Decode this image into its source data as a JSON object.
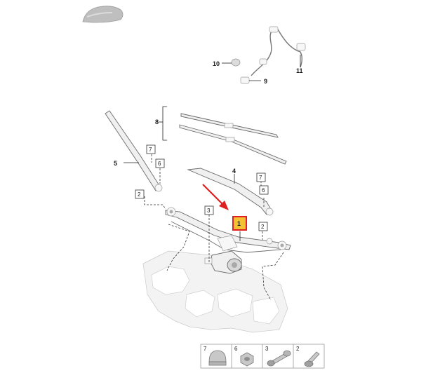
{
  "callouts": {
    "c1": "1",
    "c2a": "2",
    "c2b": "2",
    "c3": "3",
    "c4": "4",
    "c5": "5",
    "c6a": "6",
    "c6b": "6",
    "c7a": "7",
    "c7b": "7",
    "c8": "8",
    "c9": "9",
    "c10": "10",
    "c11": "11"
  },
  "highlight_color": "#f2c232",
  "arrow_color": "#e02020",
  "legend": [
    {
      "label": "7",
      "icon": "cap-nut-icon"
    },
    {
      "label": "6",
      "icon": "hex-nut-icon"
    },
    {
      "label": "3",
      "icon": "bolt-icon"
    },
    {
      "label": "2",
      "icon": "screw-icon"
    }
  ]
}
